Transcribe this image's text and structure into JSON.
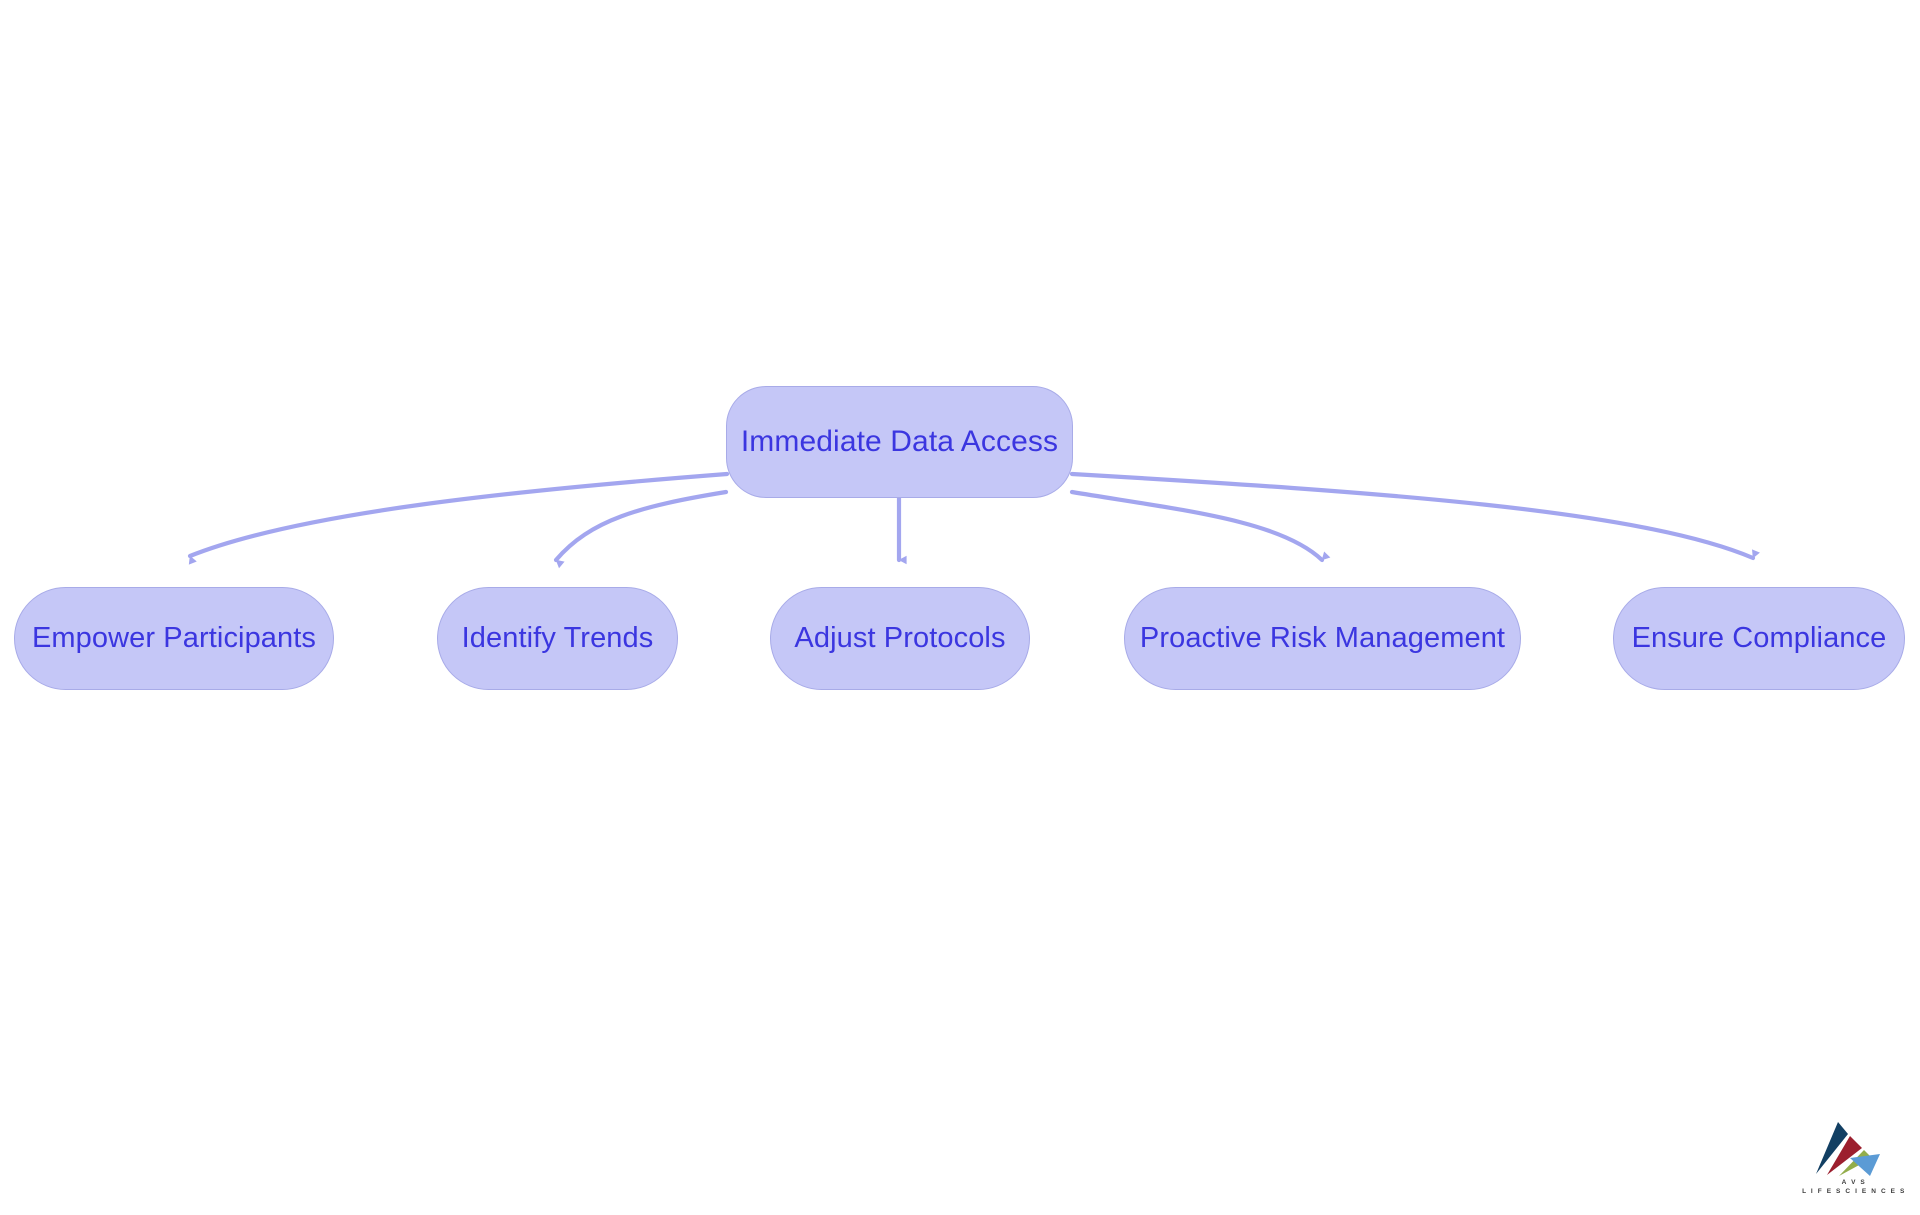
{
  "diagram": {
    "type": "flowchart-hub-and-spoke",
    "root": {
      "id": "root",
      "label": "Immediate Data Access"
    },
    "children": [
      {
        "id": "empower-participants",
        "label": "Empower Participants"
      },
      {
        "id": "identify-trends",
        "label": "Identify Trends"
      },
      {
        "id": "adjust-protocols",
        "label": "Adjust Protocols"
      },
      {
        "id": "proactive-risk-management",
        "label": "Proactive Risk Management"
      },
      {
        "id": "ensure-compliance",
        "label": "Ensure Compliance"
      }
    ],
    "edges": [
      {
        "from": "Immediate Data Access",
        "to": "Empower Participants"
      },
      {
        "from": "Immediate Data Access",
        "to": "Identify Trends"
      },
      {
        "from": "Immediate Data Access",
        "to": "Adjust Protocols"
      },
      {
        "from": "Immediate Data Access",
        "to": "Proactive Risk Management"
      },
      {
        "from": "Immediate Data Access",
        "to": "Ensure Compliance"
      }
    ],
    "colors": {
      "node_fill": "#c5c7f7",
      "node_border": "#a8abe8",
      "node_text": "#3b36e0",
      "edge": "#a3a6ef",
      "background": "#ffffff"
    }
  },
  "logo": {
    "name": "AVS Life Sciences",
    "line1": "A V S",
    "line2": "L I F E   S C I E N C E S",
    "colors": {
      "navy": "#123f63",
      "crimson": "#9c1f2e",
      "olive": "#93ad4a",
      "skyblue": "#5b9bd5"
    }
  }
}
